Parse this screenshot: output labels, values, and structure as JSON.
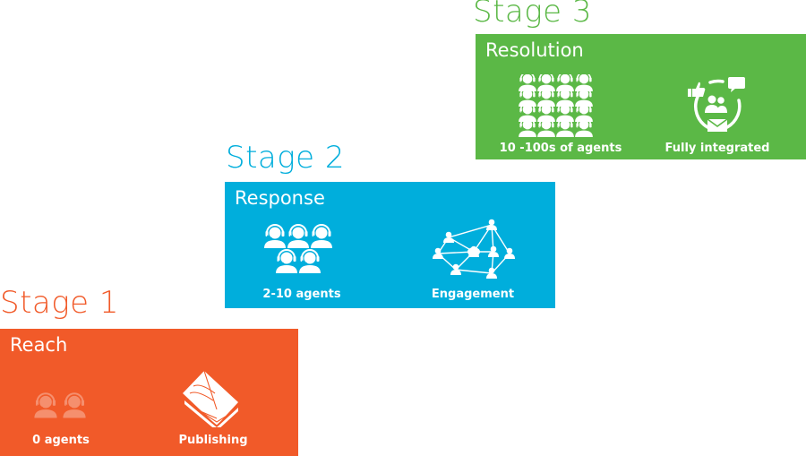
{
  "stages": [
    {
      "title": "Stage 1",
      "heading": "Reach",
      "color": "#f15a29",
      "items": [
        {
          "label": "0 agents",
          "icon": "agents-faded-icon"
        },
        {
          "label": "Publishing",
          "icon": "book-icon"
        }
      ]
    },
    {
      "title": "Stage 2",
      "heading": "Response",
      "color": "#00aedc",
      "items": [
        {
          "label": "2-10 agents",
          "icon": "agents-group-icon"
        },
        {
          "label": "Engagement",
          "icon": "network-icon"
        }
      ]
    },
    {
      "title": "Stage 3",
      "heading": "Resolution",
      "color": "#5bb846",
      "items": [
        {
          "label": "10 -100s of agents",
          "icon": "agents-crowd-icon"
        },
        {
          "label": "Fully integrated",
          "icon": "integrated-channels-icon"
        }
      ]
    }
  ]
}
